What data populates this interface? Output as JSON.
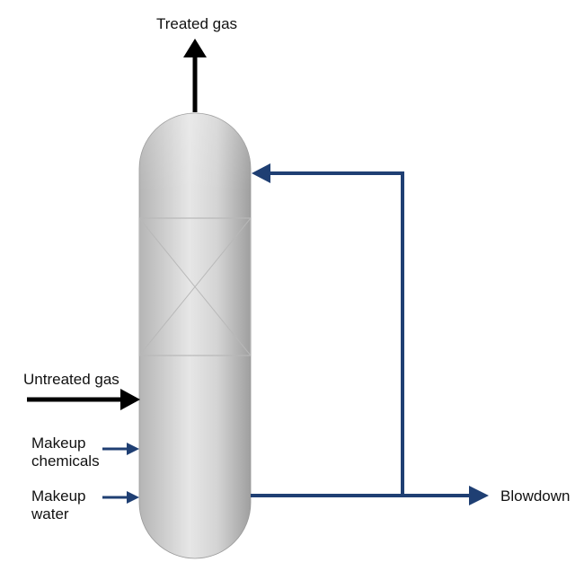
{
  "labels": {
    "treated_gas": "Treated gas",
    "untreated_gas": "Untreated gas",
    "makeup_chemicals_line1": "Makeup",
    "makeup_chemicals_line2": "chemicals",
    "makeup_water_line1": "Makeup",
    "makeup_water_line2": "water",
    "blowdown": "Blowdown"
  },
  "colors": {
    "process_line": "#1f3f73",
    "gas_arrow": "#000000",
    "vessel_light": "#e4e4e4",
    "vessel_dark": "#a8a8a8",
    "packing_lines": "#b8b8b8"
  }
}
